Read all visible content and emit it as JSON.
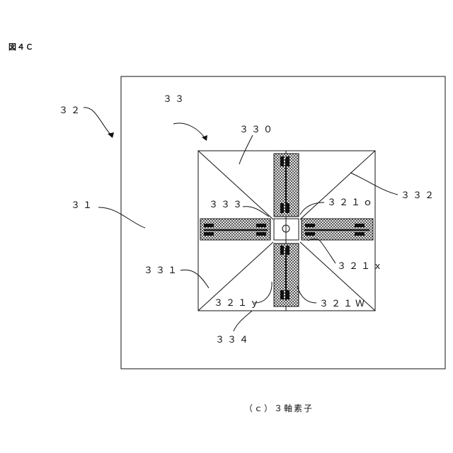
{
  "figure_label": "図４Ｃ",
  "caption": "（ｃ）３軸素子",
  "labels": {
    "l32": "３２",
    "l33": "３３",
    "l330": "３３０",
    "l31": "３１",
    "l332": "３３２",
    "l333": "３３３",
    "l321o": "３２１ｏ",
    "l331": "３３１",
    "l321x": "３２１ｘ",
    "l321y": "３２１ｙ",
    "l321W": "３２１Ｗ",
    "l334": "３３４"
  }
}
